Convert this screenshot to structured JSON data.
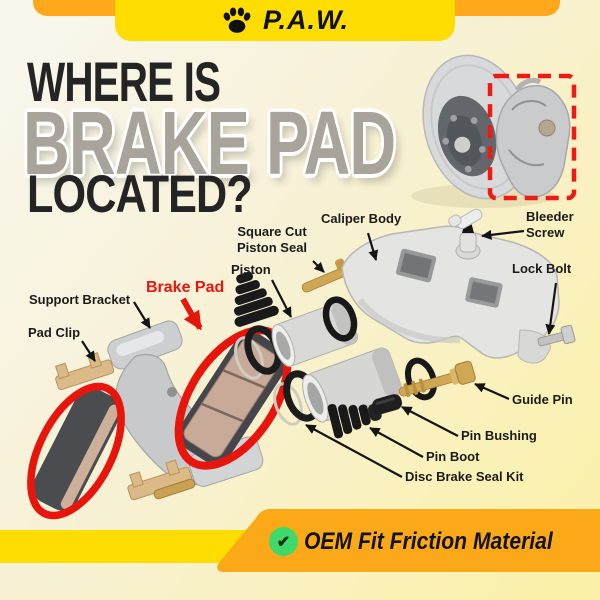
{
  "brand": {
    "name": "P.A.W."
  },
  "headline": {
    "line1": "WHERE IS",
    "line2": "BRAKE PAD",
    "line3": "LOCATED?"
  },
  "diagram": {
    "highlighted_part": "Brake Pad",
    "parts": {
      "caliper_body": "Caliper Body",
      "bleeder_screw": "Bleeder\nScrew",
      "square_cut_piston_seal": "Square Cut\nPiston Seal",
      "piston": "Piston",
      "lock_bolt": "Lock Bolt",
      "support_bracket": "Support Bracket",
      "brake_pad": "Brake Pad",
      "pad_clip": "Pad Clip",
      "guide_pin": "Guide Pin",
      "pin_bushing": "Pin Bushing",
      "pin_boot": "Pin Boot",
      "disc_brake_seal_kit": "Disc Brake Seal Kit"
    }
  },
  "footer": {
    "badge_text": "OEM Fit Friction Material",
    "check_icon": "✔"
  },
  "colors": {
    "accent_red": "#E8150D",
    "banner_yellow": "#FFDD00",
    "banner_orange": "#FFA81C",
    "headline_gray": "#A8A49B",
    "check_green": "#3FD96A"
  }
}
